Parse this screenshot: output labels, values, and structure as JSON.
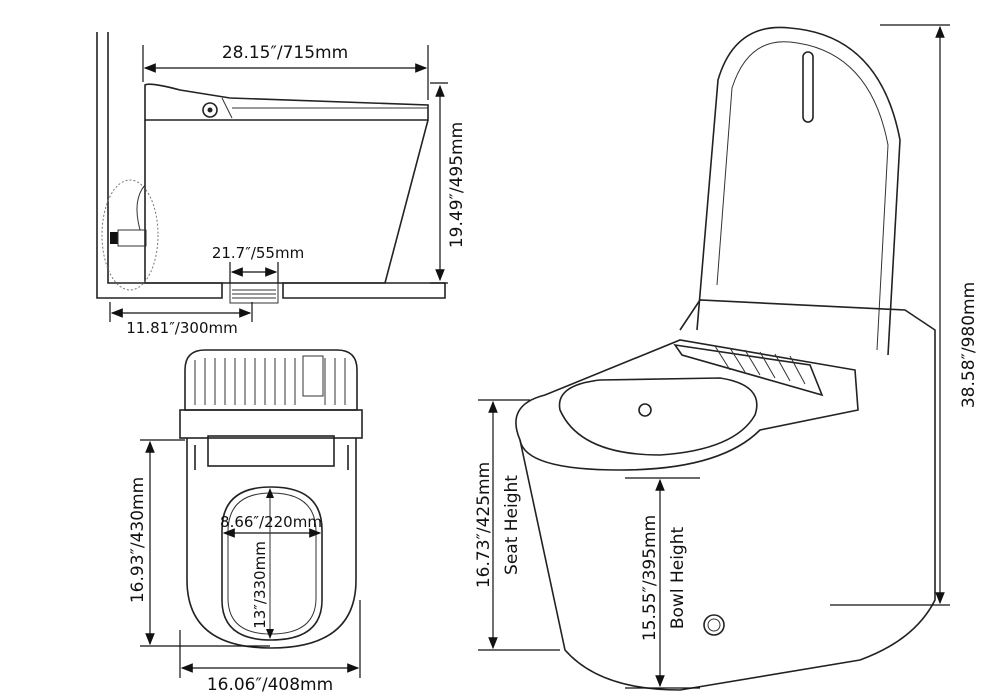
{
  "side_view": {
    "length_label": "28.15″/715mm",
    "height_label": "19.49″/495mm",
    "flange_label": "21.7″/55mm",
    "rough_in_label": "11.81″/300mm"
  },
  "top_view": {
    "depth_label": "16.93″/430mm",
    "width_label": "16.06″/408mm",
    "opening_width_label": "8.66″/220mm",
    "opening_length_label": "13″/330mm"
  },
  "perspective_view": {
    "total_height_label": "38.58″/980mm",
    "seat_height_value": "16.73″/425mm",
    "seat_height_caption": "Seat Height",
    "bowl_height_value": "15.55″/395mm",
    "bowl_height_caption": "Bowl Height"
  }
}
